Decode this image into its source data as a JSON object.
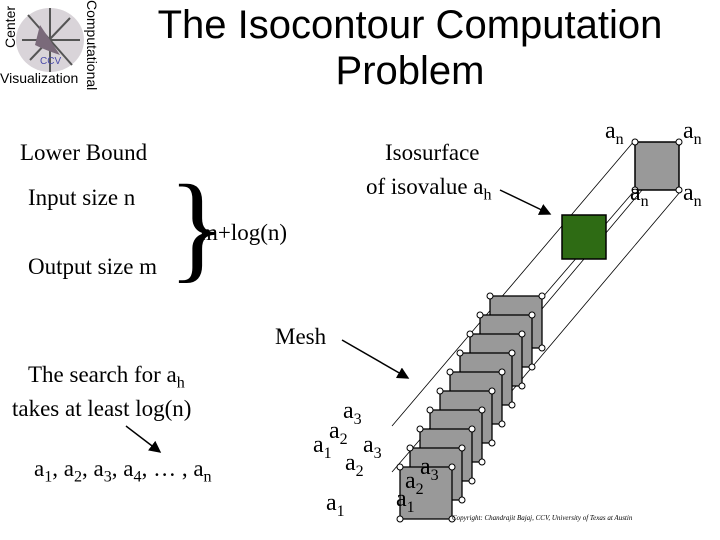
{
  "logo": {
    "center": "Center",
    "computational": "Computational",
    "visualization": "Visualization",
    "ccv": "CCV"
  },
  "title": "The Isocontour Computation Problem",
  "lower_bound": {
    "heading": "Lower Bound",
    "input": "Input size n",
    "output": "Output size m",
    "complexity": "m+log(n)"
  },
  "isosurface": {
    "line1": "Isosurface",
    "line2_prefix": "of isovalue a",
    "line2_sub": "h"
  },
  "mesh_label": "Mesh",
  "search_note": {
    "line1_prefix": "The search for a",
    "line1_sub": "h",
    "line2": "takes at least log(n)"
  },
  "sequence": {
    "items": [
      {
        "base": "a",
        "sub": "1"
      },
      {
        "base": "a",
        "sub": "2"
      },
      {
        "base": "a",
        "sub": "3"
      },
      {
        "base": "a",
        "sub": "4"
      }
    ],
    "ellipsis": ", … , ",
    "last": {
      "base": "a",
      "sub": "n"
    }
  },
  "corner_labels": {
    "top_a": "a",
    "top_sub": "n",
    "a1_left": "a",
    "a1_sub": "1",
    "a2_left": "a",
    "a2_sub": "2",
    "a3_left": "a",
    "a3_sub": "3"
  },
  "copyright": "Copyright: Chandrajit Bajaj, CCV, University of Texas at Austin",
  "colors": {
    "cell_fill": "#999999",
    "isosurface_fill": "#2e6b14",
    "text": "#000000"
  }
}
